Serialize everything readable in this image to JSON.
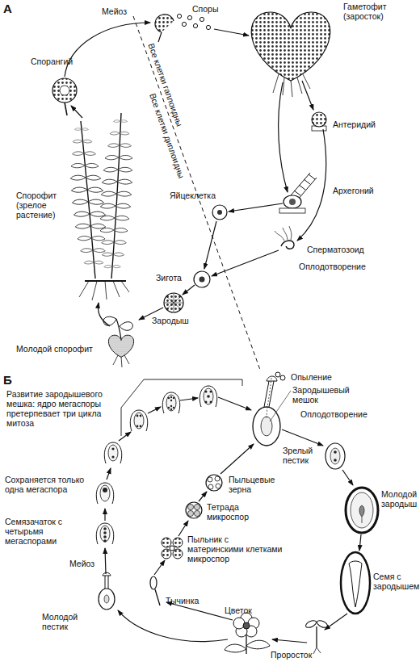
{
  "diagram": {
    "labels": [
      "А",
      "Мейоз",
      "Споры",
      "Гаметофит (заросток)",
      "Спорангий",
      "Все клетки гаплоидны",
      "Все клетки диплоидны",
      "Антеридий",
      "Спорофит (зрелое растение)",
      "Архегоний",
      "Яйцеклетка",
      "Сперматозоид",
      "Оплодотворение",
      "Зигота",
      "Зародыш",
      "Молодой спорофит",
      "Б",
      "Опыление",
      "Развитие зародышевого мешка: ядро мегаспоры претерпевает три цикла митоза",
      "Зародышевый мешок",
      "Оплодотворение",
      "Зрелый пестик",
      "Пыльцевые зерна",
      "Тетрада микроспор",
      "Сохраняется только одна мегаспора",
      "Молодой зародыш",
      "Пыльник с материнскими клетками микроспор",
      "Семязачаток с четырьмя мегаспорами",
      "Мейоз",
      "Тычинка",
      "Семя с зародышем",
      "Цветок",
      "Молодой пестик",
      "Проросток"
    ]
  }
}
